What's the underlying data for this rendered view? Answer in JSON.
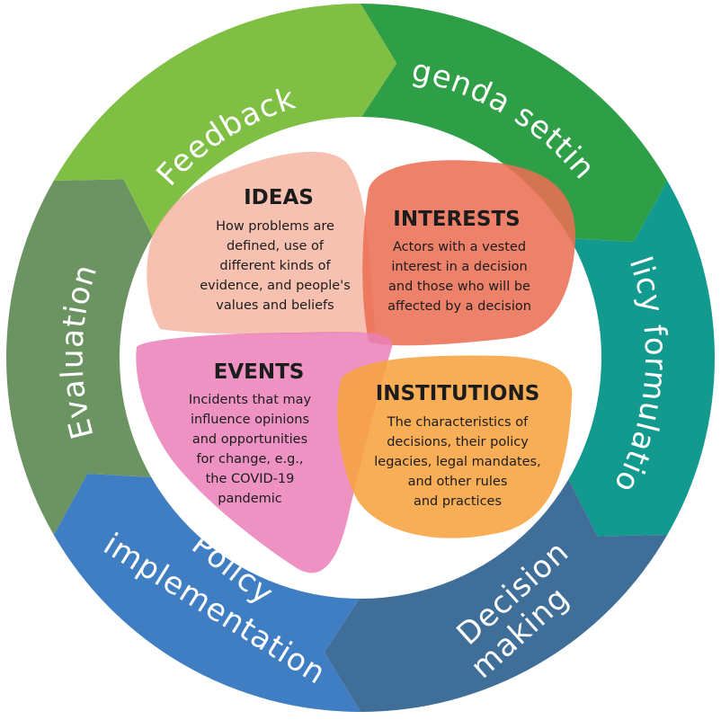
{
  "stages": [
    {
      "id": "agenda",
      "label": "Agenda setting",
      "color": "#2e9e47"
    },
    {
      "id": "formulation",
      "label": "Policy formulation",
      "color": "#139a8f"
    },
    {
      "id": "decision",
      "label": "Decision making",
      "color": "#3f6e99"
    },
    {
      "id": "implementation",
      "label": "Policy implementation",
      "color": "#3f7ec2"
    },
    {
      "id": "evaluation",
      "label": "Evaluation",
      "color": "#6b9462"
    },
    {
      "id": "feedback",
      "label": "Feedback",
      "color": "#7fbf43"
    }
  ],
  "quadrants": {
    "ideas": {
      "title": "IDEAS",
      "lines": [
        "How problems are",
        "defined, use of",
        "different kinds of",
        "evidence, and people's",
        "values and beliefs"
      ],
      "color": "#f3a992"
    },
    "interests": {
      "title": "INTERESTS",
      "lines": [
        "Actors with a vested",
        "interest in a decision",
        "and those who will be",
        "affected by a decision"
      ],
      "color": "#ec6f54"
    },
    "events": {
      "title": "EVENTS",
      "lines": [
        "Incidents that may",
        "influence opinions",
        "and opportunities",
        "for change, e.g.,",
        "the COVID-19",
        "pandemic"
      ],
      "color": "#ea7fb7"
    },
    "institutions": {
      "title": "INSTITUTIONS",
      "lines": [
        "The characteristics of",
        "decisions, their policy",
        "legacies, legal mandates,",
        "and other rules",
        "and practices"
      ],
      "color": "#f7a33f"
    }
  }
}
